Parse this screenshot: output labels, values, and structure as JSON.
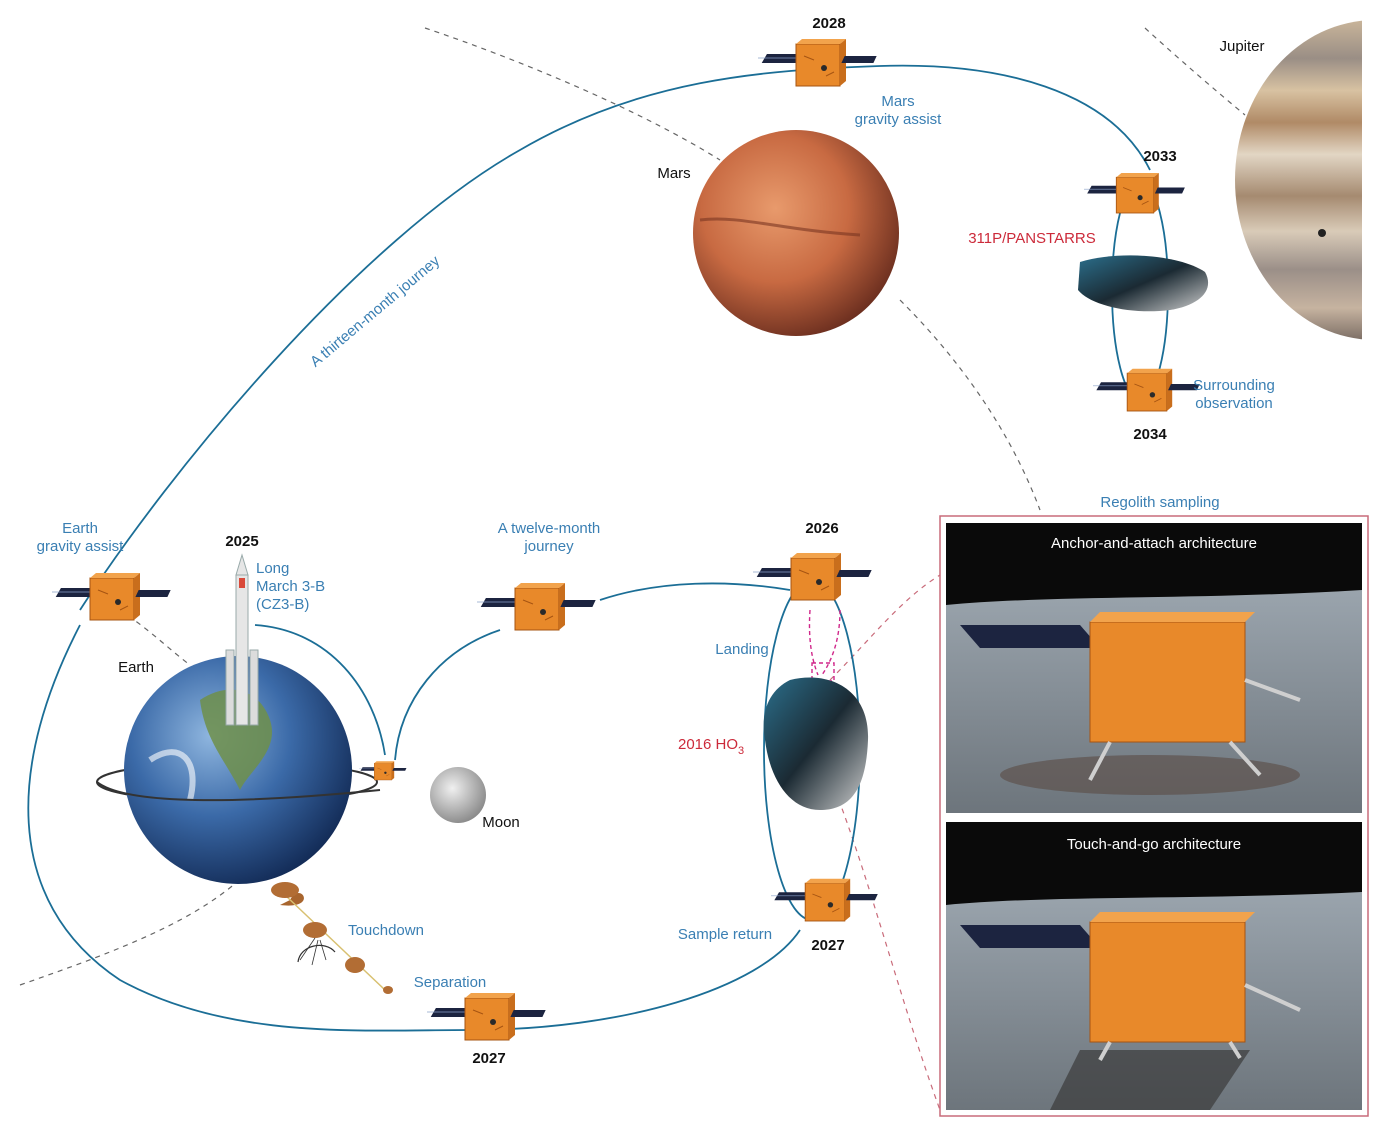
{
  "years": {
    "launch": "2025",
    "asteroid_arrival": "2026",
    "asteroid_departure": "2027",
    "earth_return": "2027",
    "mars_flyby": "2028",
    "comet_arrival": "2033",
    "comet_observation": "2034"
  },
  "labels": {
    "earth_gravity_assist_1": "Earth",
    "earth_gravity_assist_2": "gravity assist",
    "rocket_1": "Long",
    "rocket_2": "March 3-B",
    "rocket_3": "(CZ3-B)",
    "earth": "Earth",
    "moon": "Moon",
    "twelve_month_1": "A twelve-month",
    "twelve_month_2": "journey",
    "thirteen_month": "A thirteen-month journey",
    "landing": "Landing",
    "asteroid_name": "2016 HO",
    "asteroid_subscript": "3",
    "sample_return": "Sample return",
    "touchdown": "Touchdown",
    "separation": "Separation",
    "mars": "Mars",
    "mars_assist_1": "Mars",
    "mars_assist_2": "gravity assist",
    "jupiter": "Jupiter",
    "comet_name": "311P/PANSTARRS",
    "surrounding_1": "Surrounding",
    "surrounding_2": "observation",
    "regolith_sampling": "Regolith sampling",
    "anchor_attach": "Anchor-and-attach architecture",
    "touch_and_go": "Touch-and-go architecture"
  },
  "colors": {
    "trajectory": "#1b6e96",
    "label_blue": "#3a7fb3",
    "label_red": "#cc2a3a",
    "year_black": "#111111",
    "guide_dashed": "#666666",
    "inset_frame": "#c96b7a",
    "spacecraft_body": "#e8892a",
    "solar_panel": "#1c2440"
  },
  "icons": [
    "spacecraft-icon",
    "rocket-icon",
    "reentry-capsule-icon",
    "parachute-icon"
  ]
}
